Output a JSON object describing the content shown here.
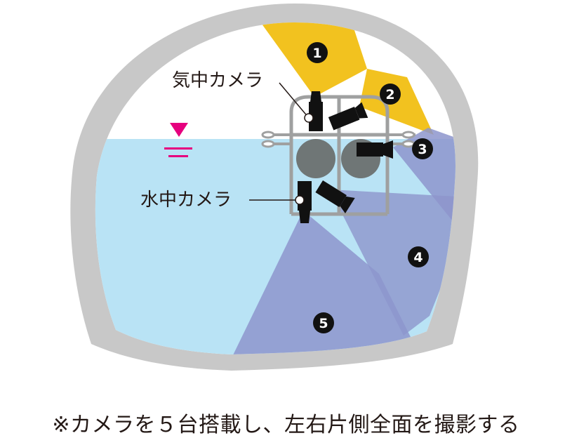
{
  "labels": {
    "air_camera": "気中カメラ",
    "water_camera": "水中カメラ"
  },
  "camera_numbers": [
    "1",
    "2",
    "3",
    "4",
    "5"
  ],
  "caption": "※カメラを５台搭載し、左右片側全面を撮影する",
  "colors": {
    "tunnel_wall": "#c8c8c8",
    "water": "#b9e3f5",
    "field_air": "#f2c21f",
    "field_water": "#8d95cc",
    "water_level_mark": "#e6007e",
    "camera": "#111111",
    "frame": "#9fa0a0",
    "roller": "#6f7676"
  },
  "icons": [
    "water-level-icon",
    "camera-icon",
    "number-circle-icon"
  ]
}
